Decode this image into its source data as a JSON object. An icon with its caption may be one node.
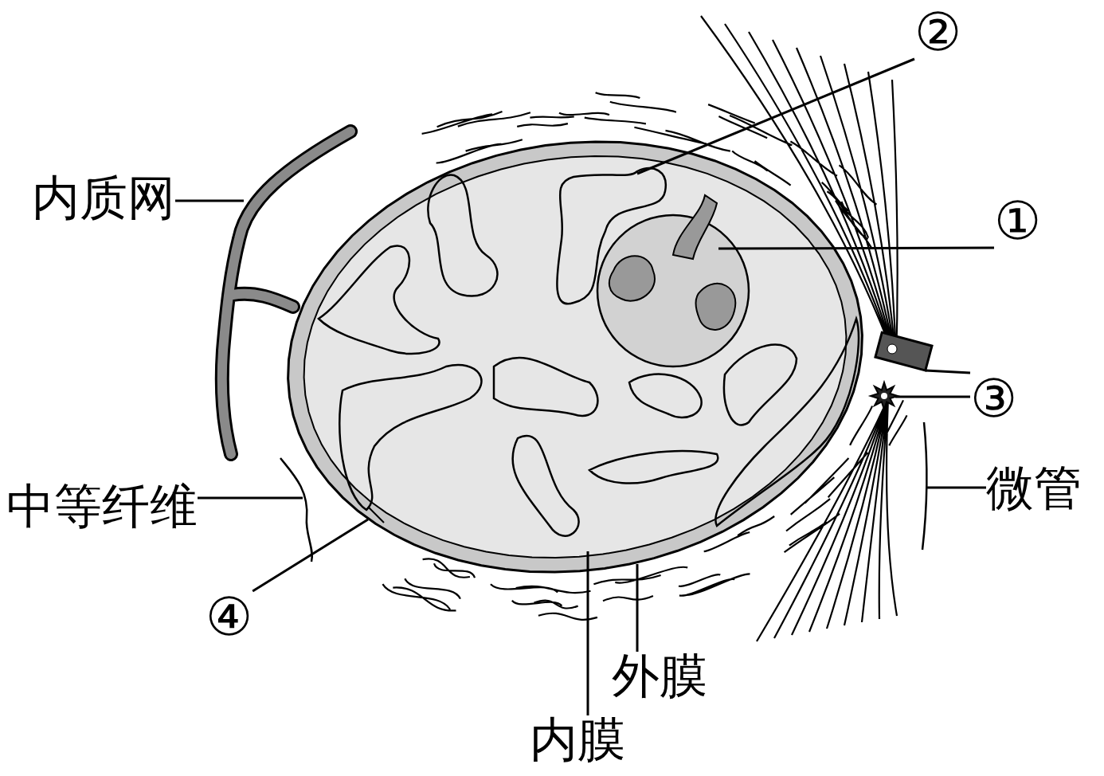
{
  "diagram": {
    "nodes": [
      {
        "text": [
          "内质网"
        ]
      },
      {
        "text": [],
        "shape": "picture"
      },
      {
        "text": [
          "外膜"
        ]
      },
      {
        "text": [],
        "shape": "picture"
      },
      {
        "text": [
          "内膜"
        ]
      },
      {
        "text": [],
        "shape": "picture",
        "in": 3
      },
      {
        "text": [
          "②"
        ]
      },
      {
        "text": [],
        "shape": "picture",
        "in": 5
      },
      {
        "text": [
          "①"
        ]
      },
      {
        "text": [],
        "shape": "picture",
        "in": 5
      },
      {
        "text": [
          "③"
        ]
      },
      {
        "text": [],
        "shape": "picture"
      },
      {
        "text": [],
        "shape": "picture"
      },
      {
        "text": [
          "微管"
        ]
      },
      {
        "text": [],
        "shape": "picture"
      },
      {
        "text": [
          "中等纤维"
        ]
      },
      {
        "text": [],
        "shape": "picture"
      },
      {
        "text": [
          "④"
        ]
      },
      {
        "text": [],
        "shape": "picture",
        "in": 3
      }
    ],
    "edges": [
      {
        "from": 0,
        "to": 1,
        "arrow": "none"
      },
      {
        "from": 2,
        "to": 3,
        "arrow": "none"
      },
      {
        "from": 4,
        "to": 5,
        "arrow": "none"
      },
      {
        "from": 6,
        "to": 7,
        "arrow": "none"
      },
      {
        "from": 8,
        "to": 9,
        "arrow": "none"
      },
      {
        "from": 10,
        "to": 11,
        "arrow": "none"
      },
      {
        "from": 10,
        "to": 12,
        "arrow": "none"
      },
      {
        "from": 13,
        "to": 14,
        "arrow": "none"
      },
      {
        "from": 15,
        "to": 16,
        "arrow": "none"
      },
      {
        "from": 17,
        "to": 18,
        "arrow": "none"
      }
    ]
  }
}
